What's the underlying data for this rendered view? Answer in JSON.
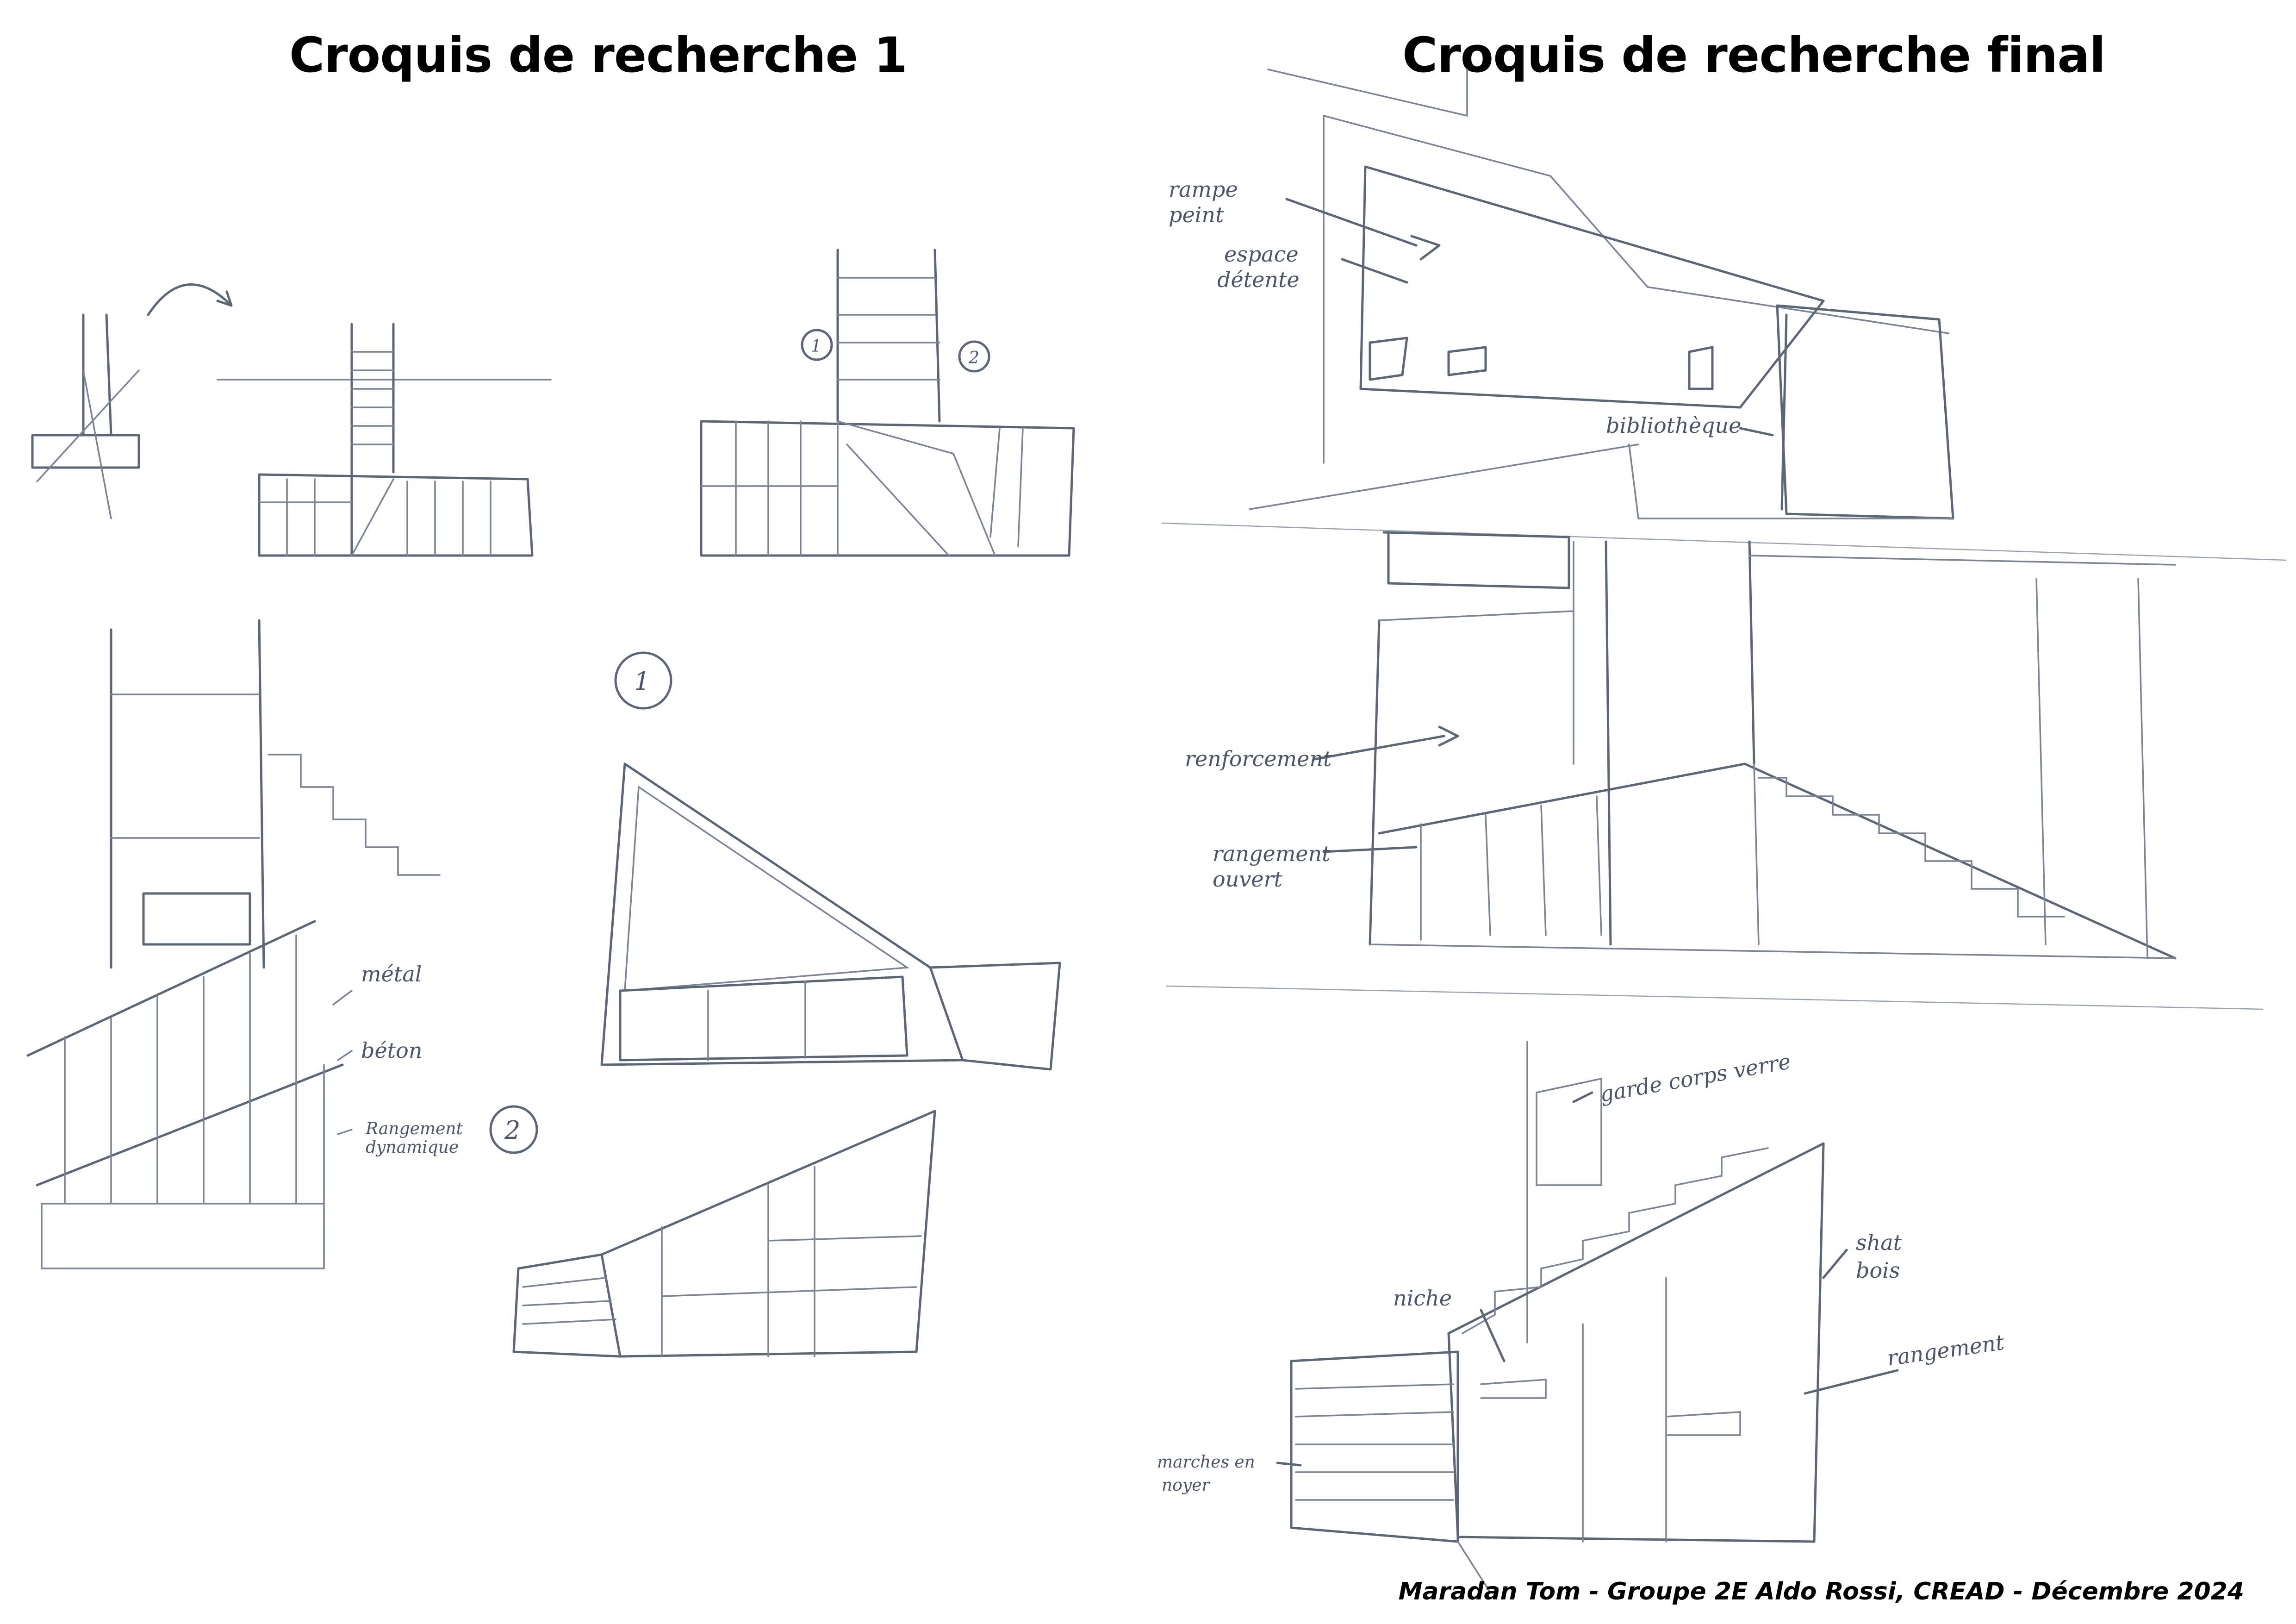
{
  "titles": {
    "left": "Croquis de recherche 1",
    "right": "Croquis de recherche final"
  },
  "sketch_labels": {
    "marker_1": "1",
    "marker_2": "2",
    "metal": "métal",
    "beton": "béton",
    "rangement_line1": "Rangement",
    "rangement_line2": "dynamique",
    "rampe_line1": "rampe",
    "rampe_line2": "peint",
    "espace_line1": "espace",
    "espace_line2": "détente",
    "bibliotheque": "bibliothèque",
    "renforcement": "renforcement",
    "rangement_ouvert_line1": "rangement",
    "rangement_ouvert_line2": "ouvert",
    "garde_corps": "garde corps verre",
    "niche": "niche",
    "shat_line1": "shat",
    "shat_line2": "bois",
    "rangement": "rangement",
    "marches_line1": "marches en",
    "marches_line2": "noyer"
  },
  "footer": {
    "credit": "Maradan Tom - Groupe 2E Aldo Rossi, CREAD - Décembre 2024"
  },
  "colors": {
    "pencil": "#5b6677",
    "text": "#000000"
  }
}
